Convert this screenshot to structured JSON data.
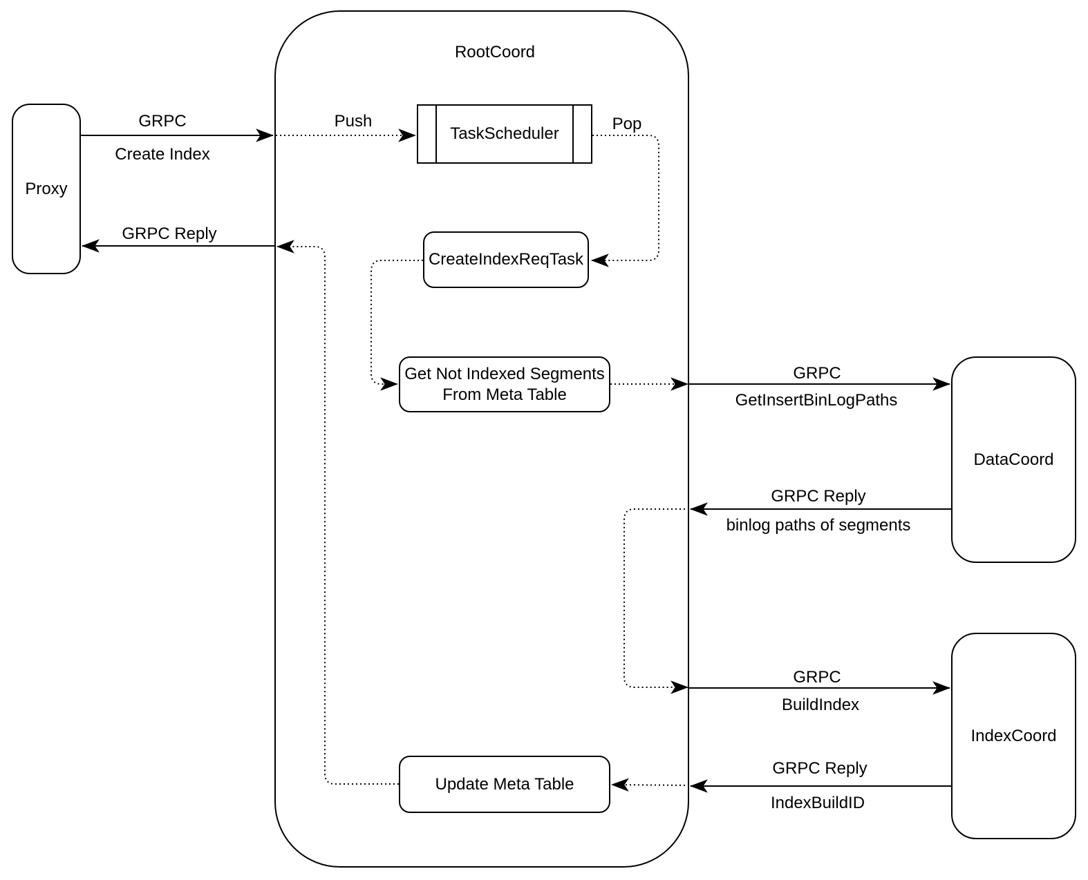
{
  "diagram": {
    "title": "RootCoord",
    "nodes": {
      "proxy": {
        "label": "Proxy"
      },
      "root_coord": {
        "label": "RootCoord"
      },
      "task_scheduler": {
        "label": "TaskScheduler"
      },
      "create_index_req_task": {
        "label": "CreateIndexReqTask"
      },
      "get_not_indexed_segments": {
        "label_line1": "Get Not Indexed Segments",
        "label_line2": "From Meta Table"
      },
      "update_meta_table": {
        "label": "Update Meta Table"
      },
      "data_coord": {
        "label": "DataCoord"
      },
      "index_coord": {
        "label": "IndexCoord"
      }
    },
    "edges": {
      "create_index": {
        "protocol": "GRPC",
        "message": "Create Index"
      },
      "reply_to_proxy": {
        "protocol": "GRPC Reply"
      },
      "push": {
        "label": "Push"
      },
      "pop": {
        "label": "Pop"
      },
      "get_insert_binlog_paths": {
        "protocol": "GRPC",
        "message": "GetInsertBinLogPaths"
      },
      "reply_binlog_paths": {
        "protocol": "GRPC Reply",
        "message": "binlog paths of segments"
      },
      "build_index": {
        "protocol": "GRPC",
        "message": "BuildIndex"
      },
      "reply_index_build_id": {
        "protocol": "GRPC Reply",
        "message": "IndexBuildID"
      }
    },
    "colors": {
      "line": "#000000",
      "background": "#ffffff",
      "text": "#000000"
    }
  }
}
